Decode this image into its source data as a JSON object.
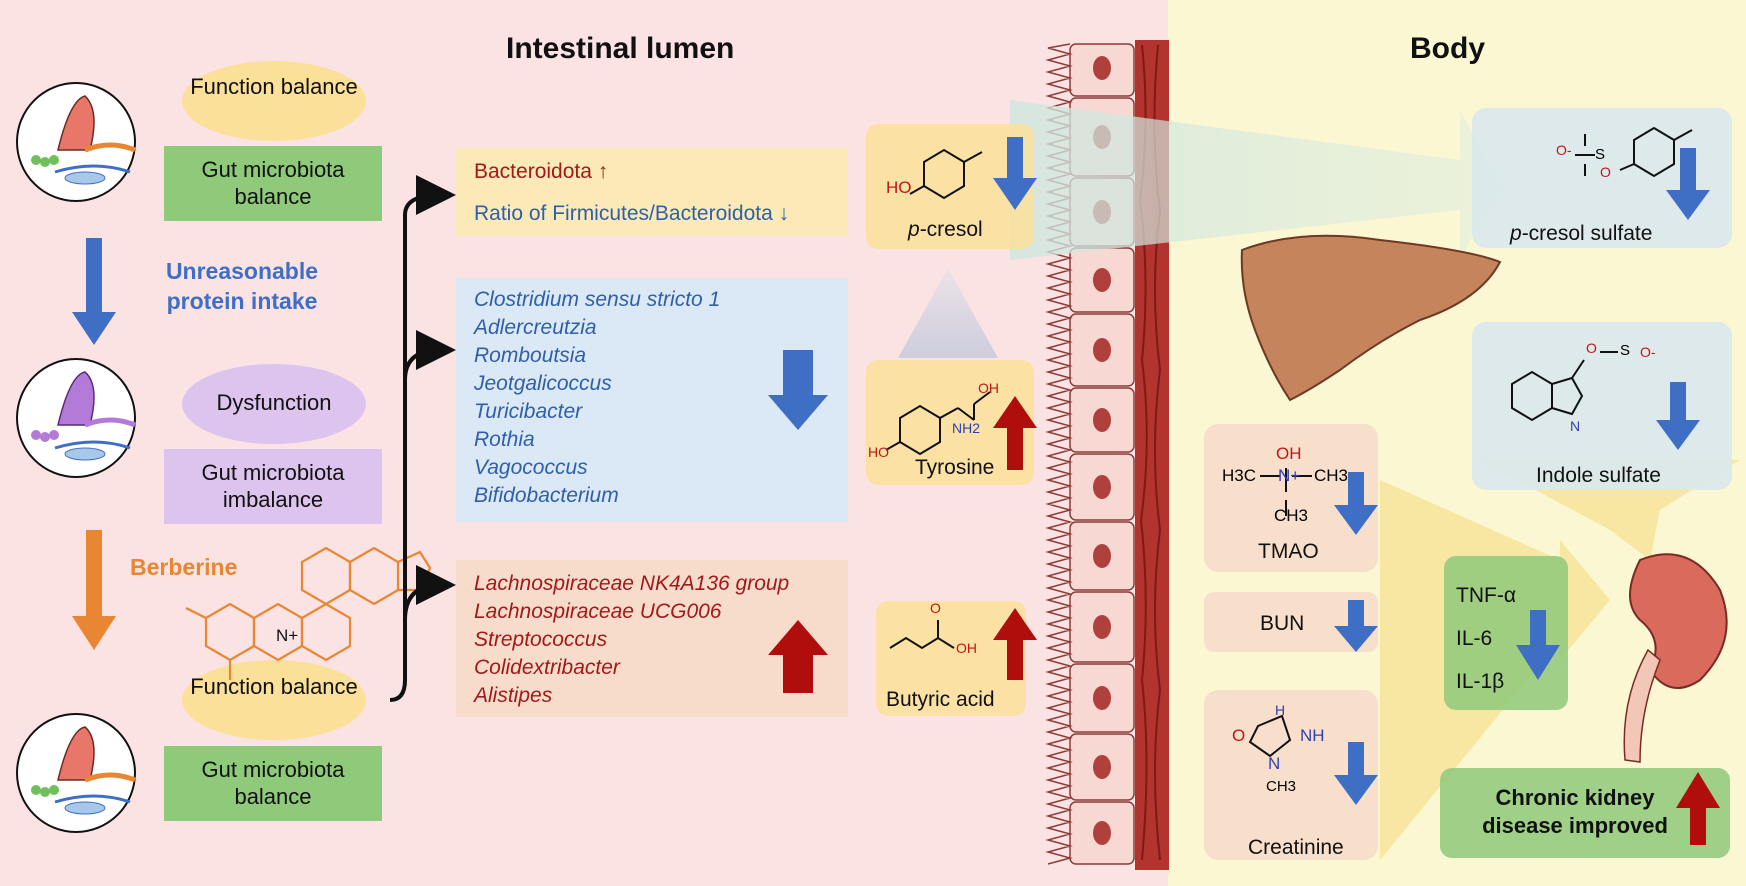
{
  "header": {
    "lumen_title": "Intestinal lumen",
    "body_title": "Body"
  },
  "left": {
    "state1_function": "Function balance",
    "state1_microbiota": "Gut microbiota balance",
    "transition1": "Unreasonable protein intake",
    "state2_function": "Dysfunction",
    "state2_microbiota": "Gut microbiota imbalance",
    "treatment": "Berberine",
    "state3_function": "Function balance",
    "state3_microbiota": "Gut microbiota balance"
  },
  "lumen": {
    "box1_line1": "Bacteroidota ↑",
    "box1_line2": "Ratio of Firmicutes/Bacteroidota ↓",
    "decreased_genera": [
      "Clostridium sensu stricto 1",
      "Adlercreutzia",
      "Romboutsia",
      "Jeotgalicoccus",
      "Turicibacter",
      "Rothia",
      "Vagococcus",
      "Bifidobacterium"
    ],
    "increased_genera": [
      "Lachnospiraceae NK4A136 group",
      "Lachnospiraceae UCG006",
      "Streptococcus",
      "Colidextribacter",
      "Alistipes"
    ],
    "metabolites": {
      "pcresol_italic": "p",
      "pcresol_rest": "-cresol",
      "tyrosine": "Tyrosine",
      "butyric": "Butyric acid"
    }
  },
  "body": {
    "pcs_italic": "p",
    "pcs_rest": "-cresol sulfate",
    "indole_sulfate": "Indole sulfate",
    "tmao": "TMAO",
    "bun": "BUN",
    "creatinine": "Creatinine",
    "cytokines": [
      "TNF-α",
      "IL-6",
      "IL-1β"
    ],
    "outcome": "Chronic kidney disease improved"
  },
  "chem_labels": {
    "ho": "HO",
    "oh": "OH",
    "nh2": "NH2",
    "n_plus": "N+",
    "o": "O",
    "s": "S",
    "o_minus": "O-",
    "h3c": "H3C",
    "ch3": "CH3",
    "n": "N",
    "h": "H",
    "nh": "NH",
    "hn": "N"
  },
  "colors": {
    "lumen_bg": "#fbe3e3",
    "body_bg": "#fbf7d2",
    "yellow_box": "#fbe9b8",
    "green_box": "#8fc97a",
    "purple_box": "#ddc4ee",
    "blue_box": "#dbe8f5",
    "peach_box": "#f7dccb",
    "down_arrow": "#3f6fc4",
    "up_arrow": "#b00d0d",
    "berberine": "#e88633"
  }
}
